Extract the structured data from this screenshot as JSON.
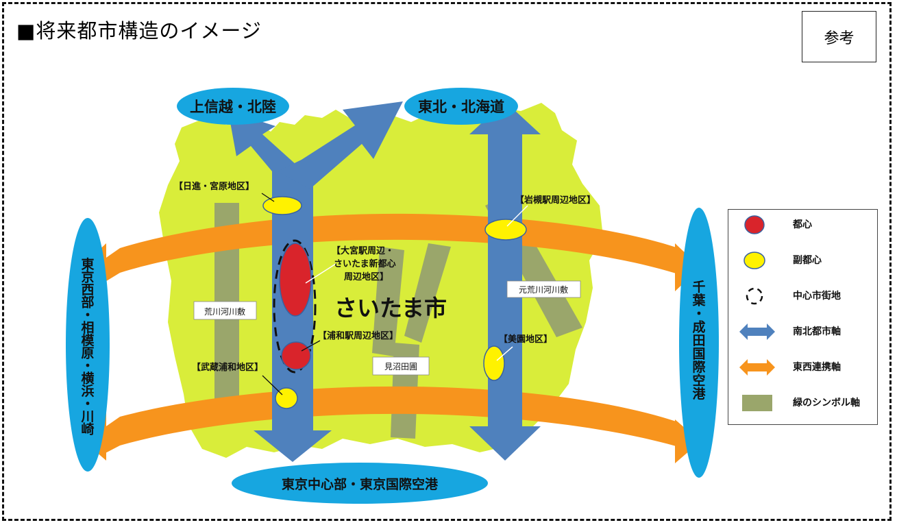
{
  "title": "■将来都市構造のイメージ",
  "reference_label": "参考",
  "destinations": {
    "joshinetsu": "上信越・北陸",
    "tohoku": "東北・北海道",
    "tokyo_west": "東京西部・相模原・横浜・川崎",
    "chiba": "千葉・成田国際空港",
    "tokyo_center": "東京中心部・東京国際空港"
  },
  "city_label": "さいたま市",
  "districts": {
    "nisshin": "【日進・宮原地区】",
    "iwatsuki": "【岩槻駅周辺地区】",
    "omiya_line1": "【大宮駅周辺・",
    "omiya_line2": "さいたま新都心",
    "omiya_line3": "周辺地区】",
    "urawa": "【浦和駅周辺地区】",
    "musashi_urawa": "【武蔵浦和地区】",
    "misono": "【美園地区】"
  },
  "green_labels": {
    "arakawa": "荒川河川敷",
    "moto_arakawa": "元荒川河川敷",
    "minuma": "見沼田圃"
  },
  "legend": {
    "items": [
      {
        "symbol": "red-ellipse",
        "label": "都心"
      },
      {
        "symbol": "yellow-ellipse",
        "label": "副都心"
      },
      {
        "symbol": "dashed-circle",
        "label": "中心市街地"
      },
      {
        "symbol": "blue-double-arrow",
        "label": "南北都市軸"
      },
      {
        "symbol": "orange-double-arrow",
        "label": "東西連携軸"
      },
      {
        "symbol": "green-bar",
        "label": "緑のシンボル軸"
      }
    ]
  },
  "colors": {
    "land": "#d9ed3a",
    "blue_axis": "#4f81bd",
    "orange_axis": "#f7941d",
    "green_axis": "#9aa66b",
    "destination": "#17a6e0",
    "toshin": "#e1242b",
    "fukutoshin": "#fff200"
  }
}
